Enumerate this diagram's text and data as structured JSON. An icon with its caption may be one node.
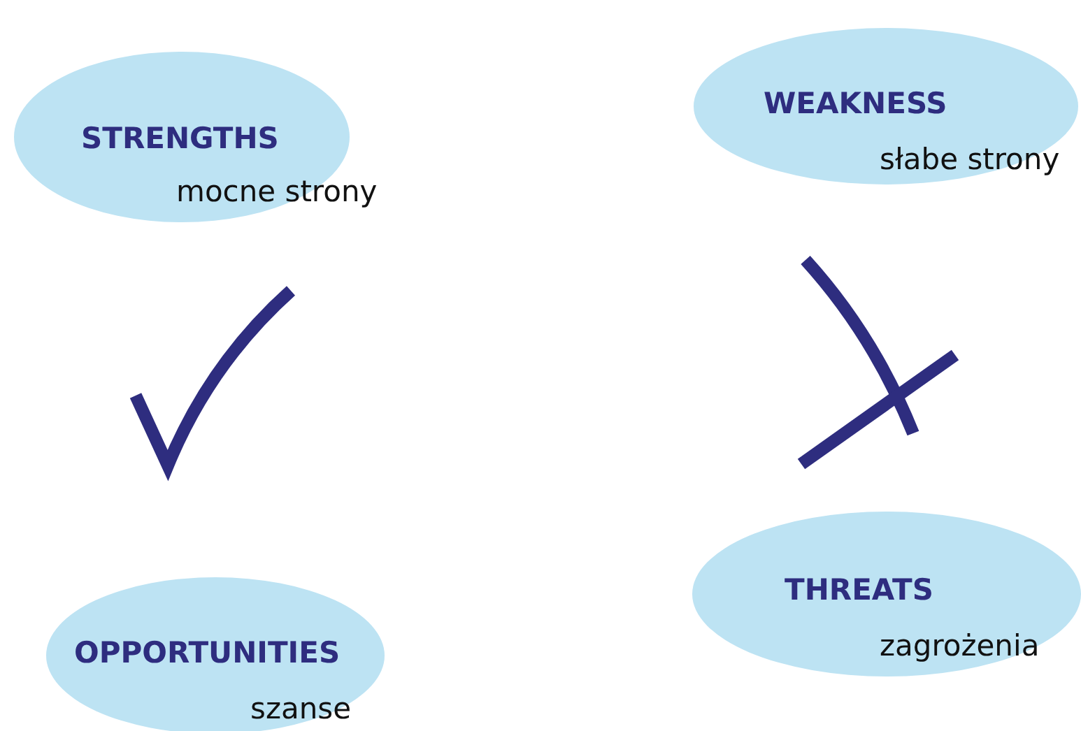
{
  "diagram": {
    "nodes": [
      {
        "text": [
          "STRENGTHS",
          "mocne strony"
        ]
      },
      {
        "text": [
          "WEAKNESS",
          "słabe strony"
        ]
      },
      {
        "text": [
          "OPPORTUNITIES",
          "szanse"
        ]
      },
      {
        "text": [
          "THREATS",
          "zagrożenia"
        ]
      }
    ]
  }
}
